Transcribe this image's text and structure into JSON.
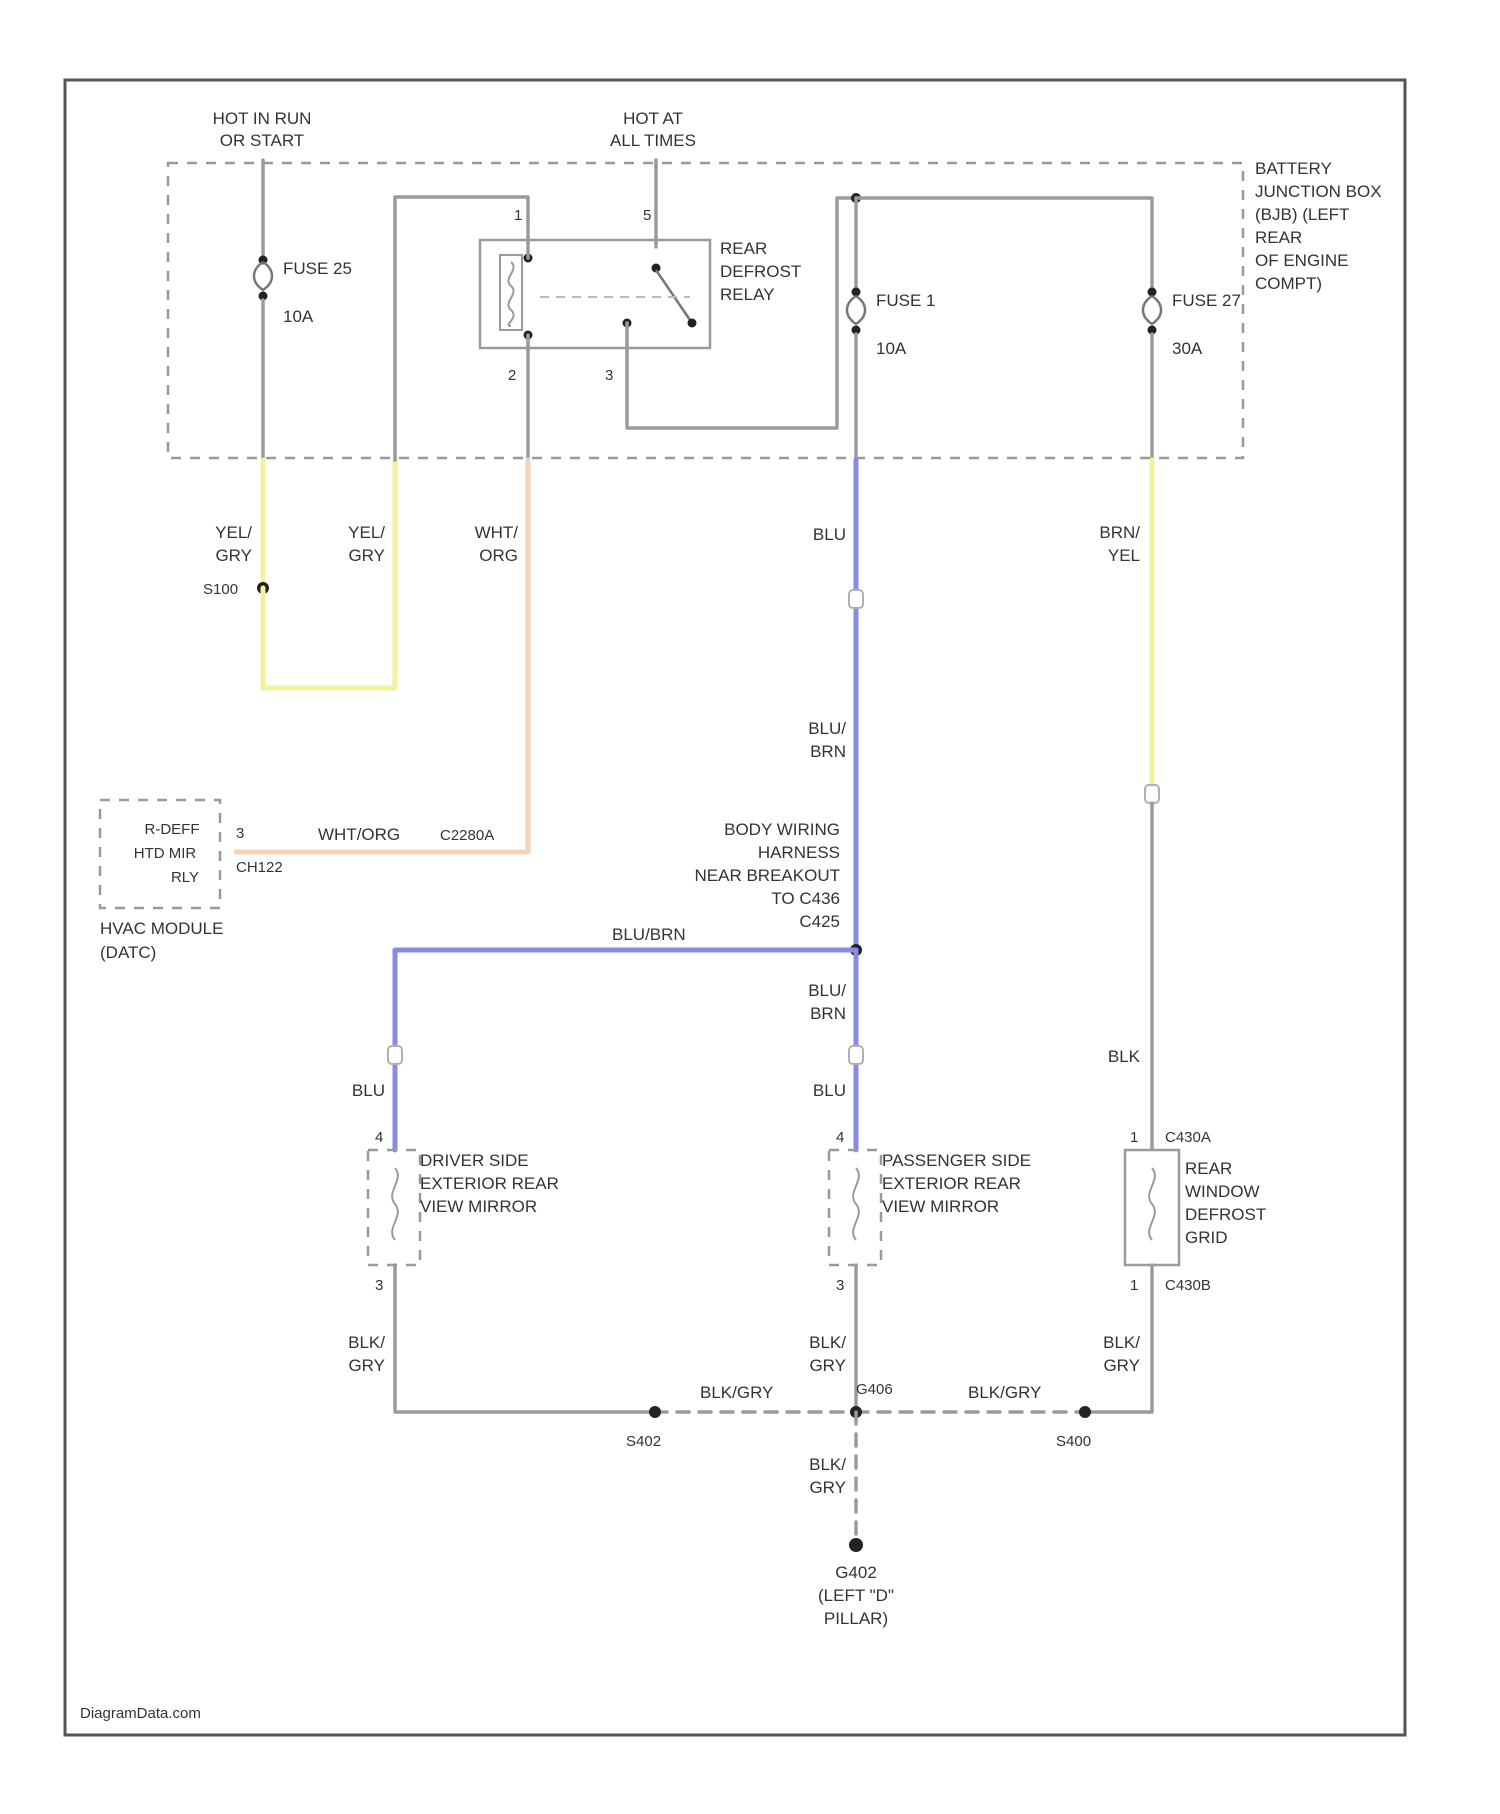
{
  "labels": {
    "hot_run": [
      "HOT IN RUN",
      "OR START"
    ],
    "hot_all": [
      "HOT AT",
      "ALL TIMES"
    ],
    "bjb": [
      "BATTERY",
      "JUNCTION BOX",
      "(BJB) (LEFT",
      "REAR",
      "OF ENGINE",
      "COMPT)"
    ],
    "fuse25": "FUSE 25",
    "fuse25_amp": "10A",
    "relay": [
      "REAR",
      "DEFROST",
      "RELAY"
    ],
    "fuse1": "FUSE 1",
    "fuse1_amp": "10A",
    "fuse27": "FUSE 27",
    "fuse27_amp": "30A",
    "pin_relay_1": "1",
    "pin_relay_2": "2",
    "pin_relay_3": "3",
    "pin_relay_5": "5",
    "wire_yel_gry_1": [
      "YEL/",
      "GRY"
    ],
    "wire_yel_gry_2": [
      "YEL/",
      "GRY"
    ],
    "wire_wht_org": [
      "WHT/",
      "ORG"
    ],
    "wire_blu_top": "BLU",
    "wire_brn_yel": [
      "BRN/",
      "YEL"
    ],
    "splice_s100": "S100",
    "wire_blu_brn_1": [
      "BLU/",
      "BRN"
    ],
    "body_harness": [
      "BODY WIRING",
      "HARNESS",
      "NEAR BREAKOUT",
      "TO C436",
      "C425"
    ],
    "hvac_module": [
      "R-DEFF",
      "HTD MIR",
      "RLY"
    ],
    "hvac_pin": "3",
    "hvac_caption": [
      "HVAC MODULE",
      "(DATC)"
    ],
    "wire_wht_org_bottom": "WHT/ORG",
    "connector_c2280": "C2280A",
    "connector_ch": "CH122",
    "wire_blu_brn_horiz": "BLU/BRN",
    "wire_blu_brn_2": [
      "BLU/",
      "BRN"
    ],
    "wire_blu_left": "BLU",
    "wire_blu_mid": "BLU",
    "wire_blk_right": "BLK",
    "pin_4_left": "4",
    "pin_4_mid": "4",
    "pin_1_right": "1",
    "connector_c430a": "C430A",
    "driver_mirror": [
      "DRIVER SIDE",
      "EXTERIOR REAR",
      "VIEW MIRROR"
    ],
    "pass_mirror": [
      "PASSENGER SIDE",
      "EXTERIOR REAR",
      "VIEW MIRROR"
    ],
    "rear_defrost": [
      "REAR",
      "WINDOW",
      "DEFROST",
      "GRID"
    ],
    "pin_3_left": "3",
    "pin_3_mid": "3",
    "pin_1_bot_right": "1",
    "connector_c430b": "C430B",
    "wire_blk_gry_1": [
      "BLK/",
      "GRY"
    ],
    "wire_blk_gry_2": [
      "BLK/",
      "GRY"
    ],
    "wire_blk_gry_3": [
      "BLK/",
      "GRY"
    ],
    "wire_blk_gry_h1": "BLK/GRY",
    "wire_blk_gry_h2": "BLK/GRY",
    "splice_s402": "S402",
    "splice_s400": "S400",
    "splice_s4": "G406",
    "wire_blk_gry_down": [
      "BLK/",
      "GRY"
    ],
    "ground": [
      "G402",
      "(LEFT \"D\"",
      "PILLAR)"
    ],
    "watermark": "DiagramData.com"
  },
  "colors": {
    "wire_gray": "#9a9a9a",
    "wire_yellow": "#f2f29a",
    "wire_orange": "#f4d3bb",
    "wire_blue": "#8a8ae6",
    "frame": "#555555"
  }
}
